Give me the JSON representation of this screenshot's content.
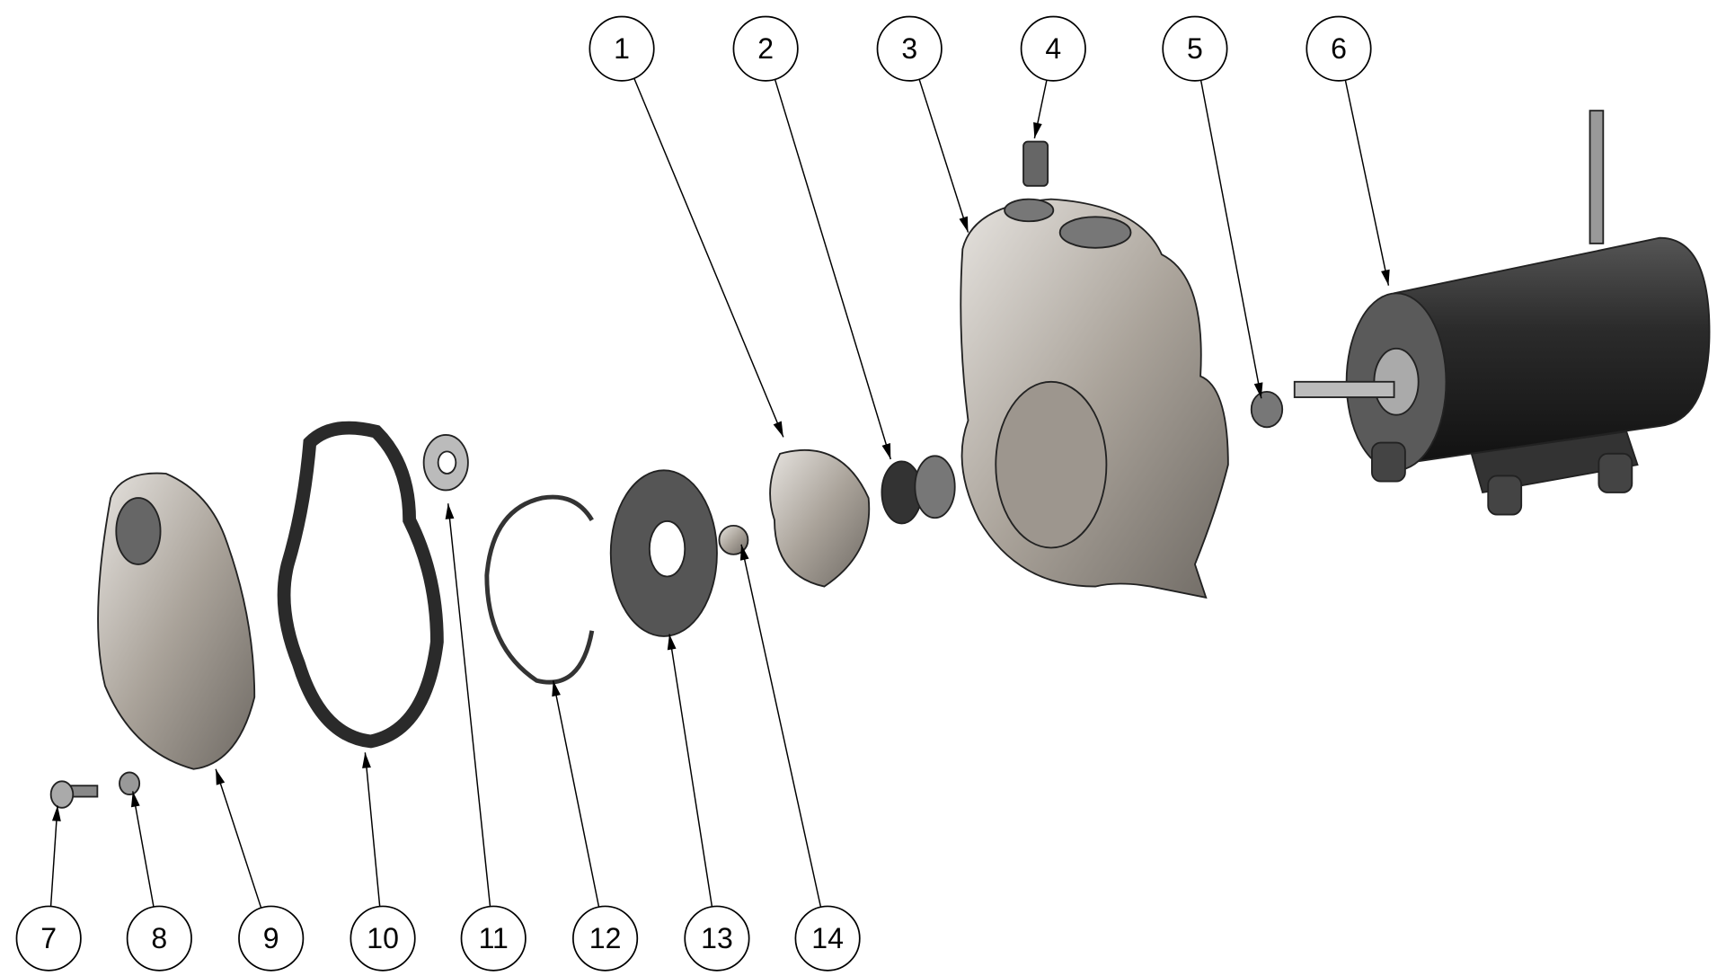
{
  "title": "Pump exploded view",
  "balloons": [
    {
      "label": "1",
      "part": "impeller"
    },
    {
      "label": "2",
      "part": "mechanical-seal"
    },
    {
      "label": "3",
      "part": "pump-housing"
    },
    {
      "label": "4",
      "part": "drain-plug"
    },
    {
      "label": "5",
      "part": "shaft-seal"
    },
    {
      "label": "6",
      "part": "motor"
    },
    {
      "label": "7",
      "part": "bolt"
    },
    {
      "label": "8",
      "part": "washer"
    },
    {
      "label": "9",
      "part": "cover-plate"
    },
    {
      "label": "10",
      "part": "gasket"
    },
    {
      "label": "11",
      "part": "small-washer"
    },
    {
      "label": "12",
      "part": "retaining-ring"
    },
    {
      "label": "13",
      "part": "wear-plate"
    },
    {
      "label": "14",
      "part": "impeller-nut"
    }
  ],
  "colors": {
    "metal": "#b8b2aa",
    "dark": "#2a2a2a",
    "gasket": "#3a3a3a"
  }
}
